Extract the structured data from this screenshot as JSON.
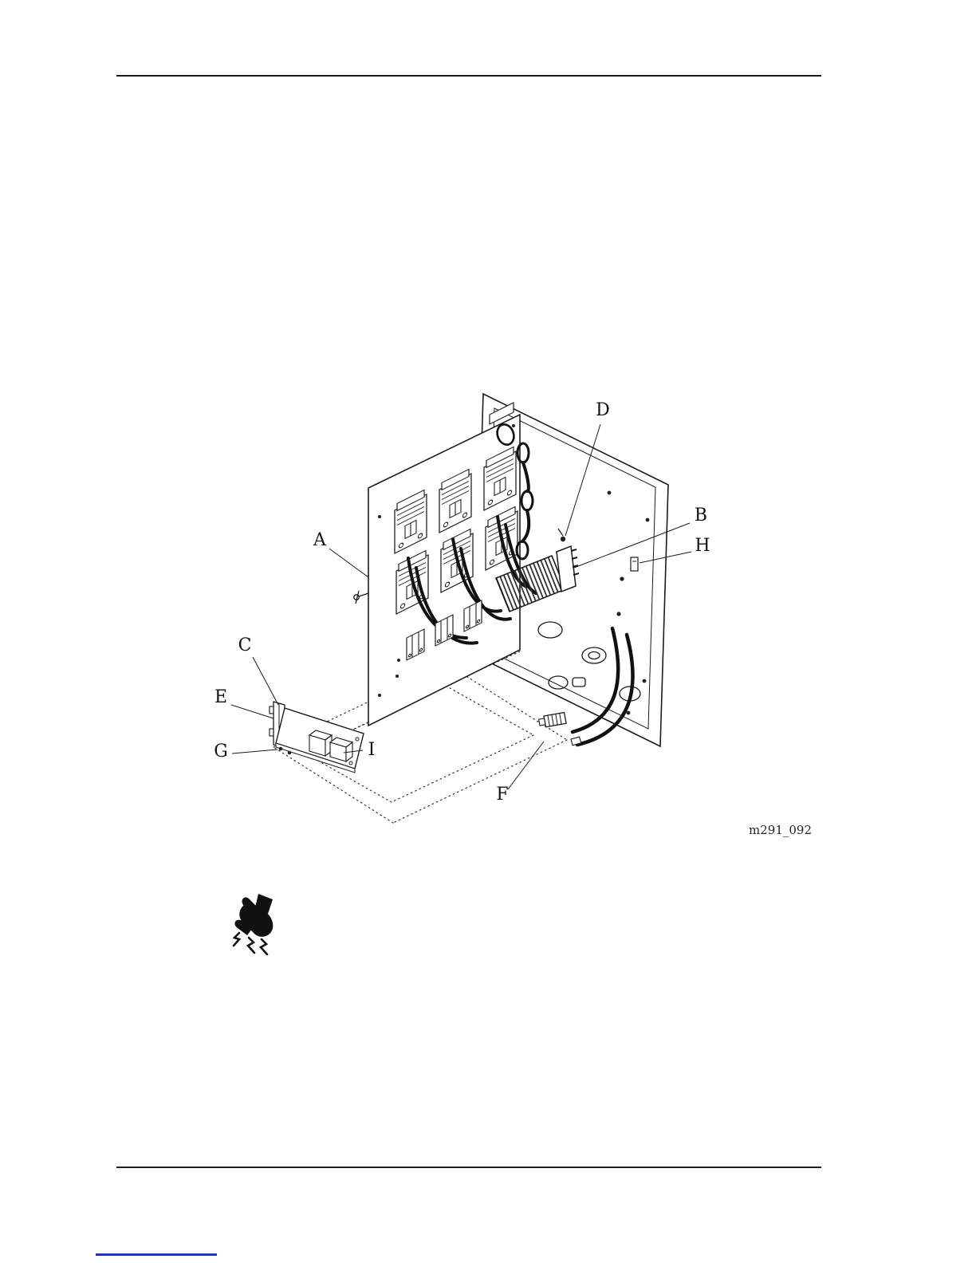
{
  "figure": {
    "code": "m291_092",
    "callouts": {
      "a": "A",
      "b": "B",
      "c": "C",
      "d": "D",
      "e": "E",
      "f": "F",
      "g": "G",
      "h": "H",
      "i": "I"
    }
  },
  "icons": {
    "hazard": "electric-shock-hazard-icon"
  },
  "colors": {
    "ink": "#1a1a1a",
    "link_accent": "#2233cc"
  }
}
